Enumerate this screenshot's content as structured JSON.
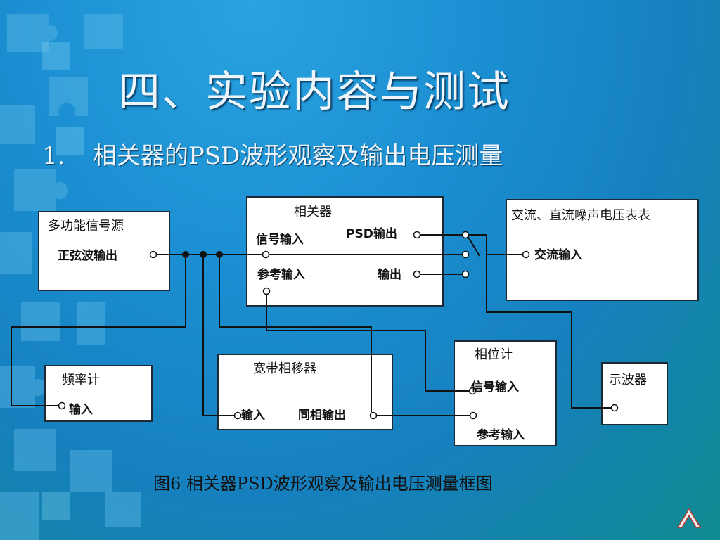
{
  "slide": {
    "title": "四、实验内容与测试",
    "subtitle_num": "1.",
    "subtitle_text": "相关器的PSD波形观察及输出电压测量"
  },
  "diagram": {
    "signal_source": {
      "title": "多功能信号源",
      "output": "正弦波输出"
    },
    "correlator": {
      "title": "相关器",
      "signal_in": "信号输入",
      "ref_in": "参考输入",
      "psd_out": "PSD输出",
      "out": "输出"
    },
    "meter": {
      "title": "交流、直流噪声电压表表",
      "ac_in": "交流输入"
    },
    "freq_counter": {
      "title": "频率计",
      "input": "输入"
    },
    "phase_shifter": {
      "title": "宽带相移器",
      "input": "输入",
      "output": "同相输出"
    },
    "phase_meter": {
      "title": "相位计",
      "signal_in": "信号输入",
      "ref_in": "参考输入"
    },
    "oscilloscope": {
      "title": "示波器"
    }
  },
  "caption": "图6  相关器PSD波形观察及输出电压测量框图",
  "nav_icon": "up-arrow-nav-icon"
}
